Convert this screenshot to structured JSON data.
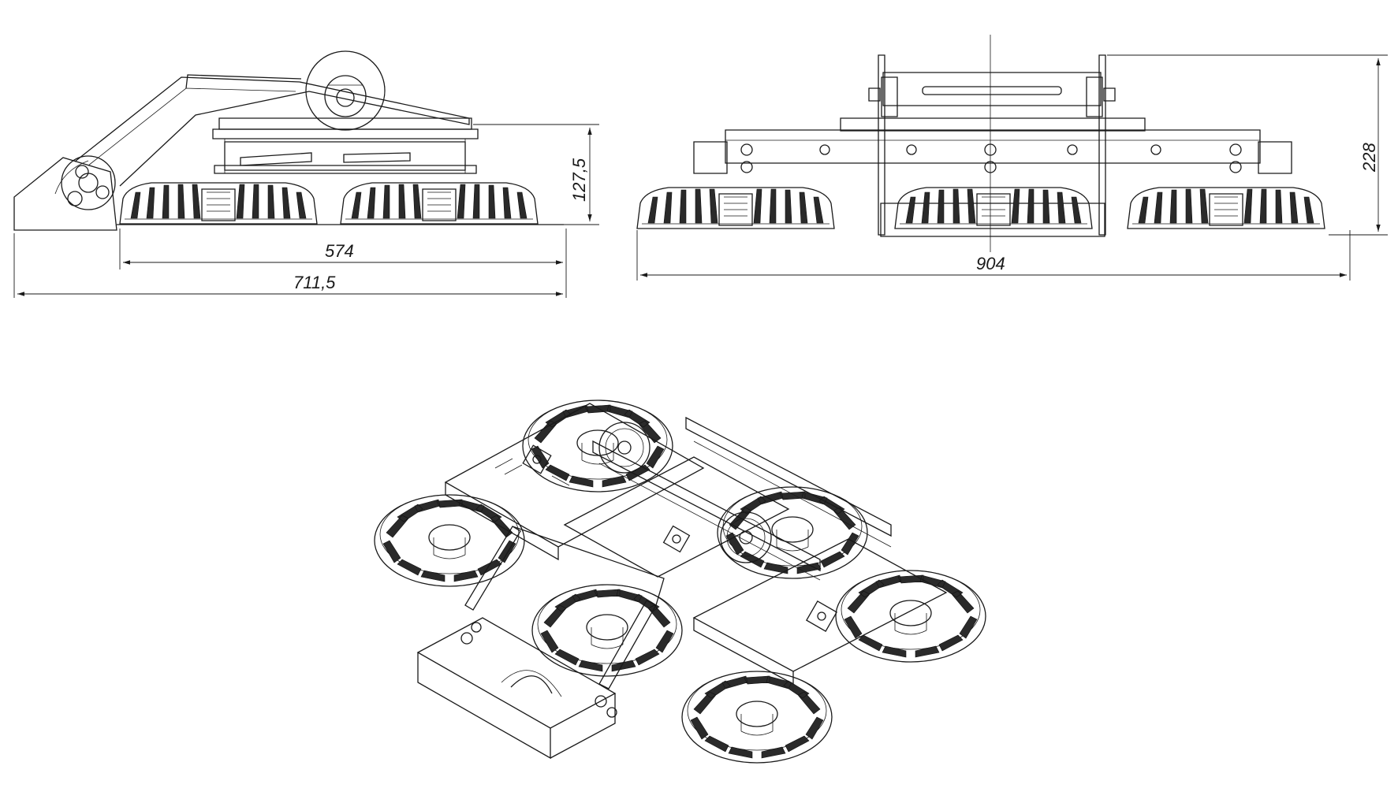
{
  "dimensions": {
    "side_view": {
      "height": "127,5",
      "inner_width": "574",
      "overall_width": "711,5"
    },
    "front_view": {
      "height": "228",
      "overall_width": "904"
    }
  },
  "colors": {
    "line": "#1a1a1a",
    "background": "#ffffff"
  }
}
